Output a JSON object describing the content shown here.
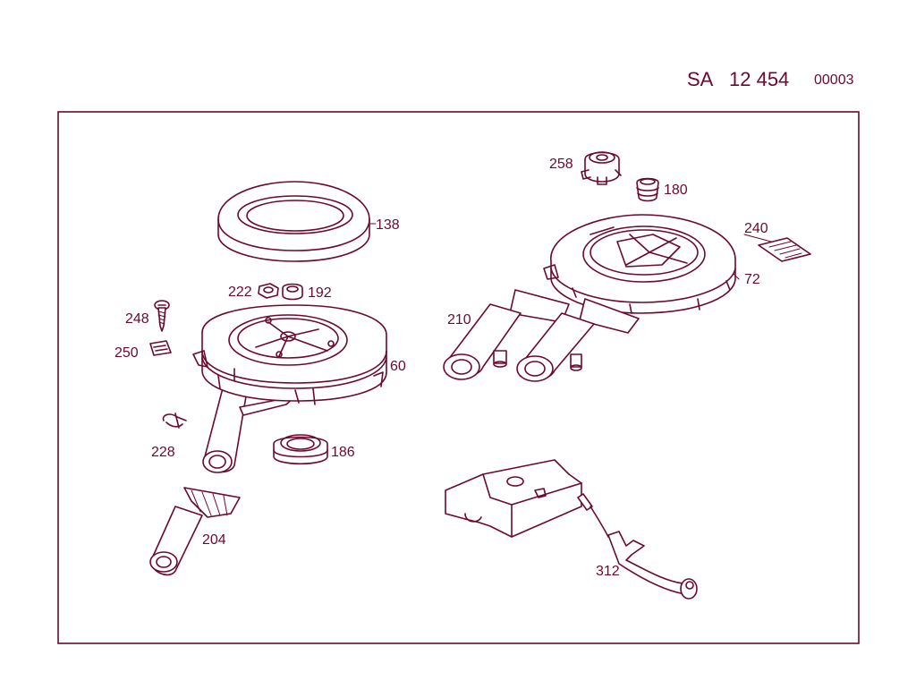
{
  "header": {
    "prefix": "SA",
    "number": "12 454",
    "sheet": "00003"
  },
  "labels": {
    "p138": "138",
    "p222": "222",
    "p192": "192",
    "p248": "248",
    "p250": "250",
    "p60": "60",
    "p228": "228",
    "p186": "186",
    "p204": "204",
    "p258": "258",
    "p180": "180",
    "p240": "240",
    "p72": "72",
    "p210": "210",
    "p312": "312"
  },
  "colors": {
    "line": "#6b0a2a",
    "background": "#ffffff"
  }
}
